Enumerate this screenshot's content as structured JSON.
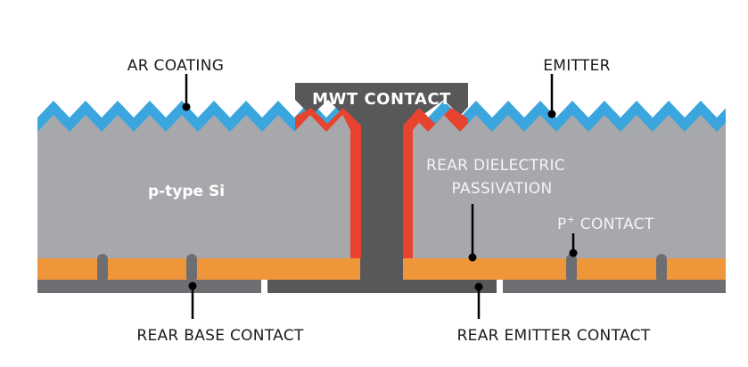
{
  "diagram": {
    "title": "MWT solar cell cross-section",
    "colors": {
      "ar_coating": "#3aa6dd",
      "emitter": "#e8432e",
      "silicon": "#a7a8ab",
      "mwt_contact": "#58585a",
      "rear_passivation": "#f0963a",
      "rear_base_contact": "#6d6e71",
      "leader": "#000000"
    },
    "labels": {
      "ar_coating": "AR COATING",
      "emitter": "EMITTER",
      "mwt_contact": "MWT CONTACT",
      "p_type_si": "p-type Si",
      "rear_dielectric_line1": "REAR DIELECTRIC",
      "rear_dielectric_line2": "PASSIVATION",
      "p_contact_main": "P",
      "p_contact_sup": "+",
      "p_contact_rest": " CONTACT",
      "rear_base_contact": "REAR BASE CONTACT",
      "rear_emitter_contact": "REAR EMITTER CONTACT"
    }
  }
}
